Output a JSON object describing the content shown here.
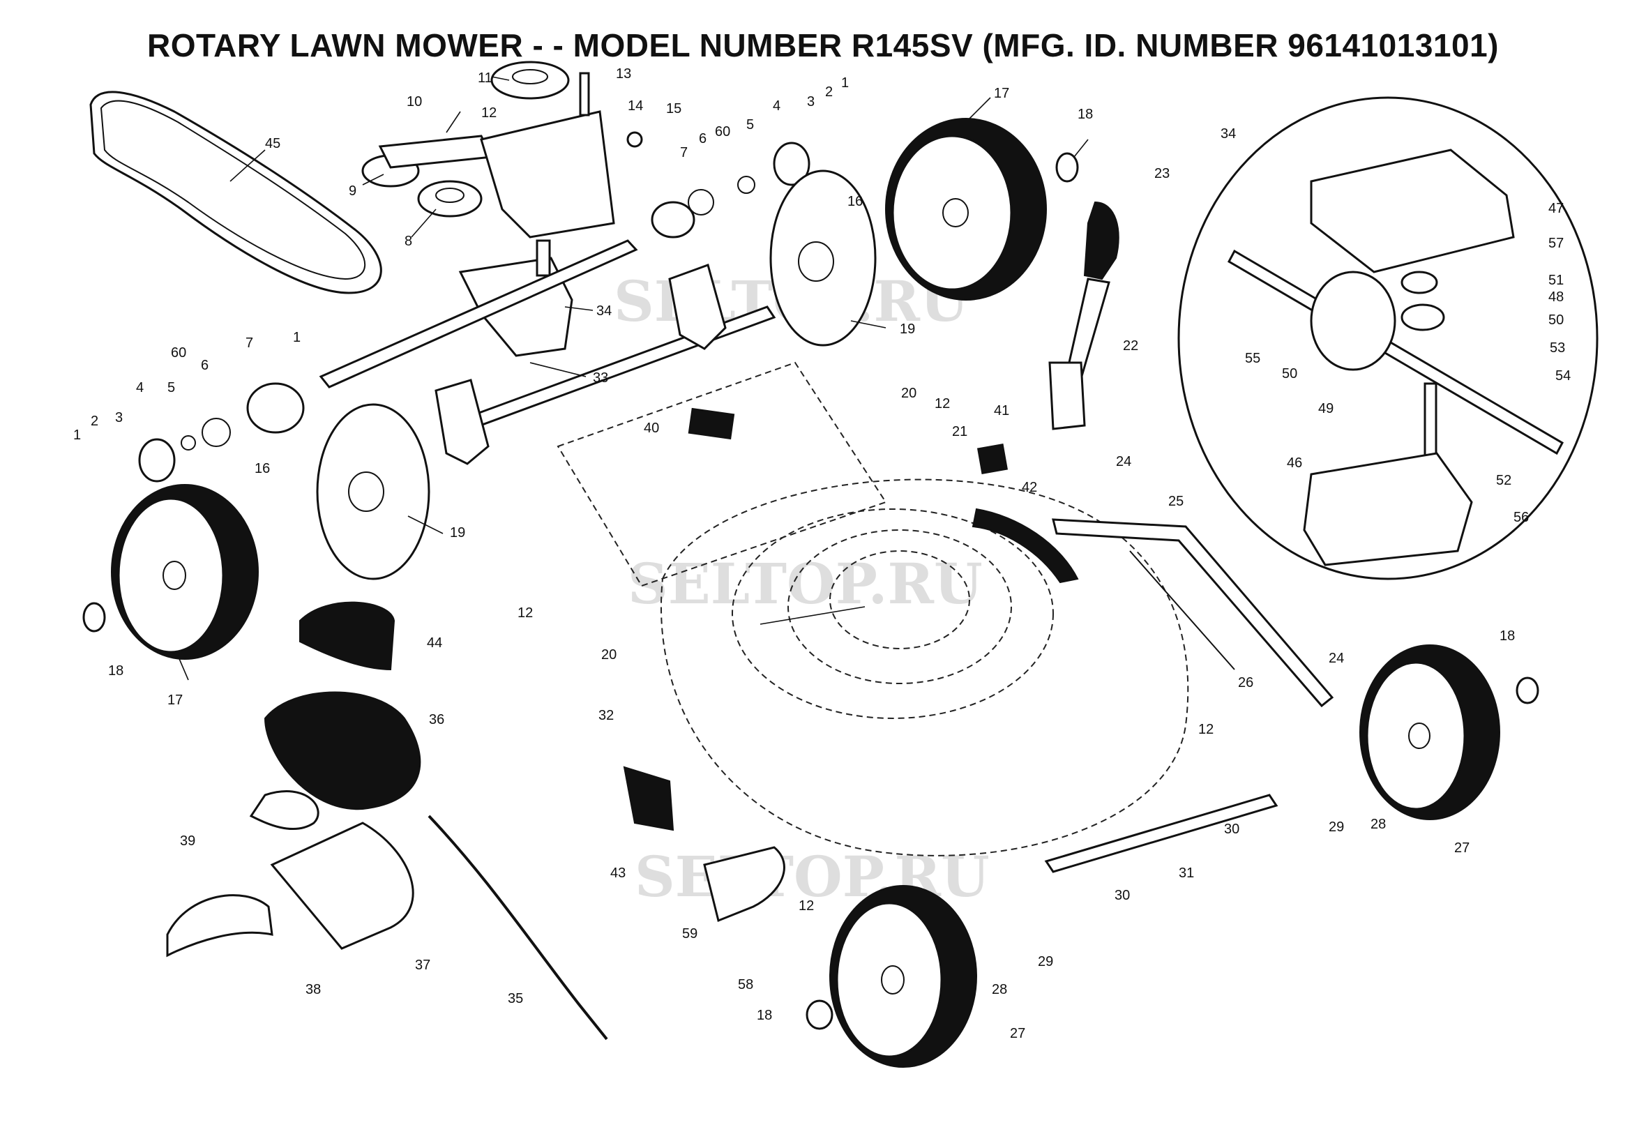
{
  "title": "ROTARY LAWN MOWER - - MODEL NUMBER  R145SV  (MFG. ID. NUMBER 96141013101)",
  "watermarks": [
    "SELTOP.RU",
    "SELTOP.RU",
    "SELTOP.RU"
  ],
  "callouts": [
    "45",
    "10",
    "11",
    "13",
    "12",
    "14",
    "15",
    "9",
    "8",
    "34",
    "1",
    "2",
    "3",
    "4",
    "5",
    "60",
    "6",
    "7",
    "17",
    "18",
    "23",
    "16",
    "19",
    "22",
    "33",
    "1",
    "60",
    "7",
    "6",
    "5",
    "4",
    "3",
    "2",
    "1",
    "16",
    "19",
    "18",
    "17",
    "20",
    "12",
    "40",
    "21",
    "41",
    "42",
    "24",
    "25",
    "12",
    "20",
    "26",
    "32",
    "44",
    "36",
    "12",
    "24",
    "18",
    "29",
    "28",
    "27",
    "30",
    "30",
    "31",
    "43",
    "12",
    "39",
    "37",
    "38",
    "35",
    "59",
    "58",
    "18",
    "28",
    "29",
    "27",
    "34",
    "47",
    "57",
    "51",
    "48",
    "50",
    "55",
    "53",
    "50",
    "54",
    "49",
    "52",
    "46",
    "56"
  ]
}
